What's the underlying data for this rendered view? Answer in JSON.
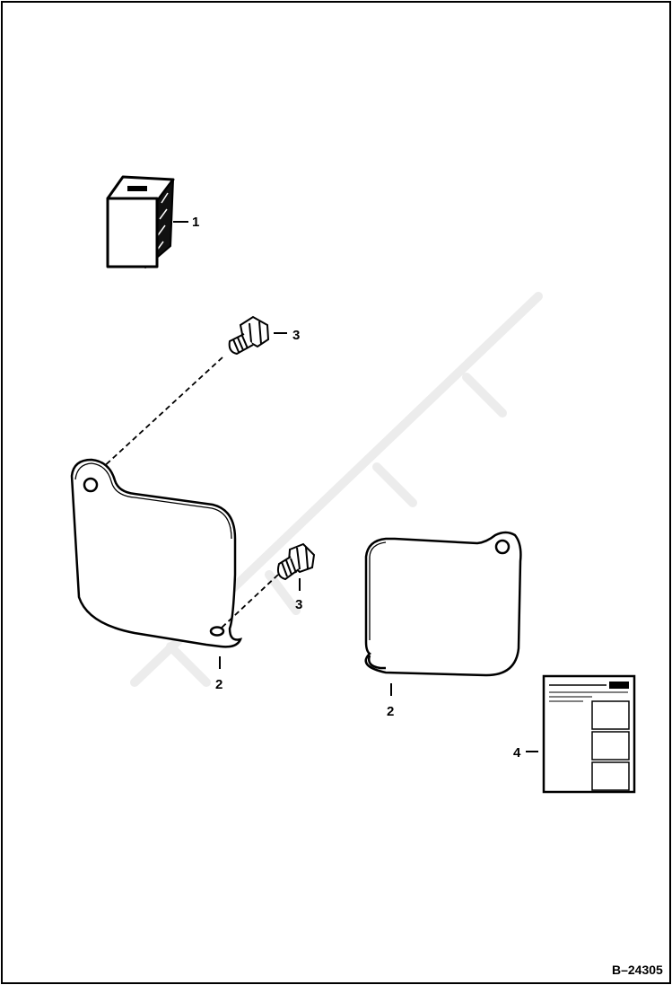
{
  "callouts": {
    "item_1": "1",
    "item_2_left": "2",
    "item_2_right": "2",
    "item_3_top": "3",
    "item_3_middle": "3",
    "item_4": "4"
  },
  "figure_number": "B–24305",
  "colors": {
    "ink": "#000000",
    "paper": "#ffffff",
    "watermark": "#e6e6e6"
  }
}
